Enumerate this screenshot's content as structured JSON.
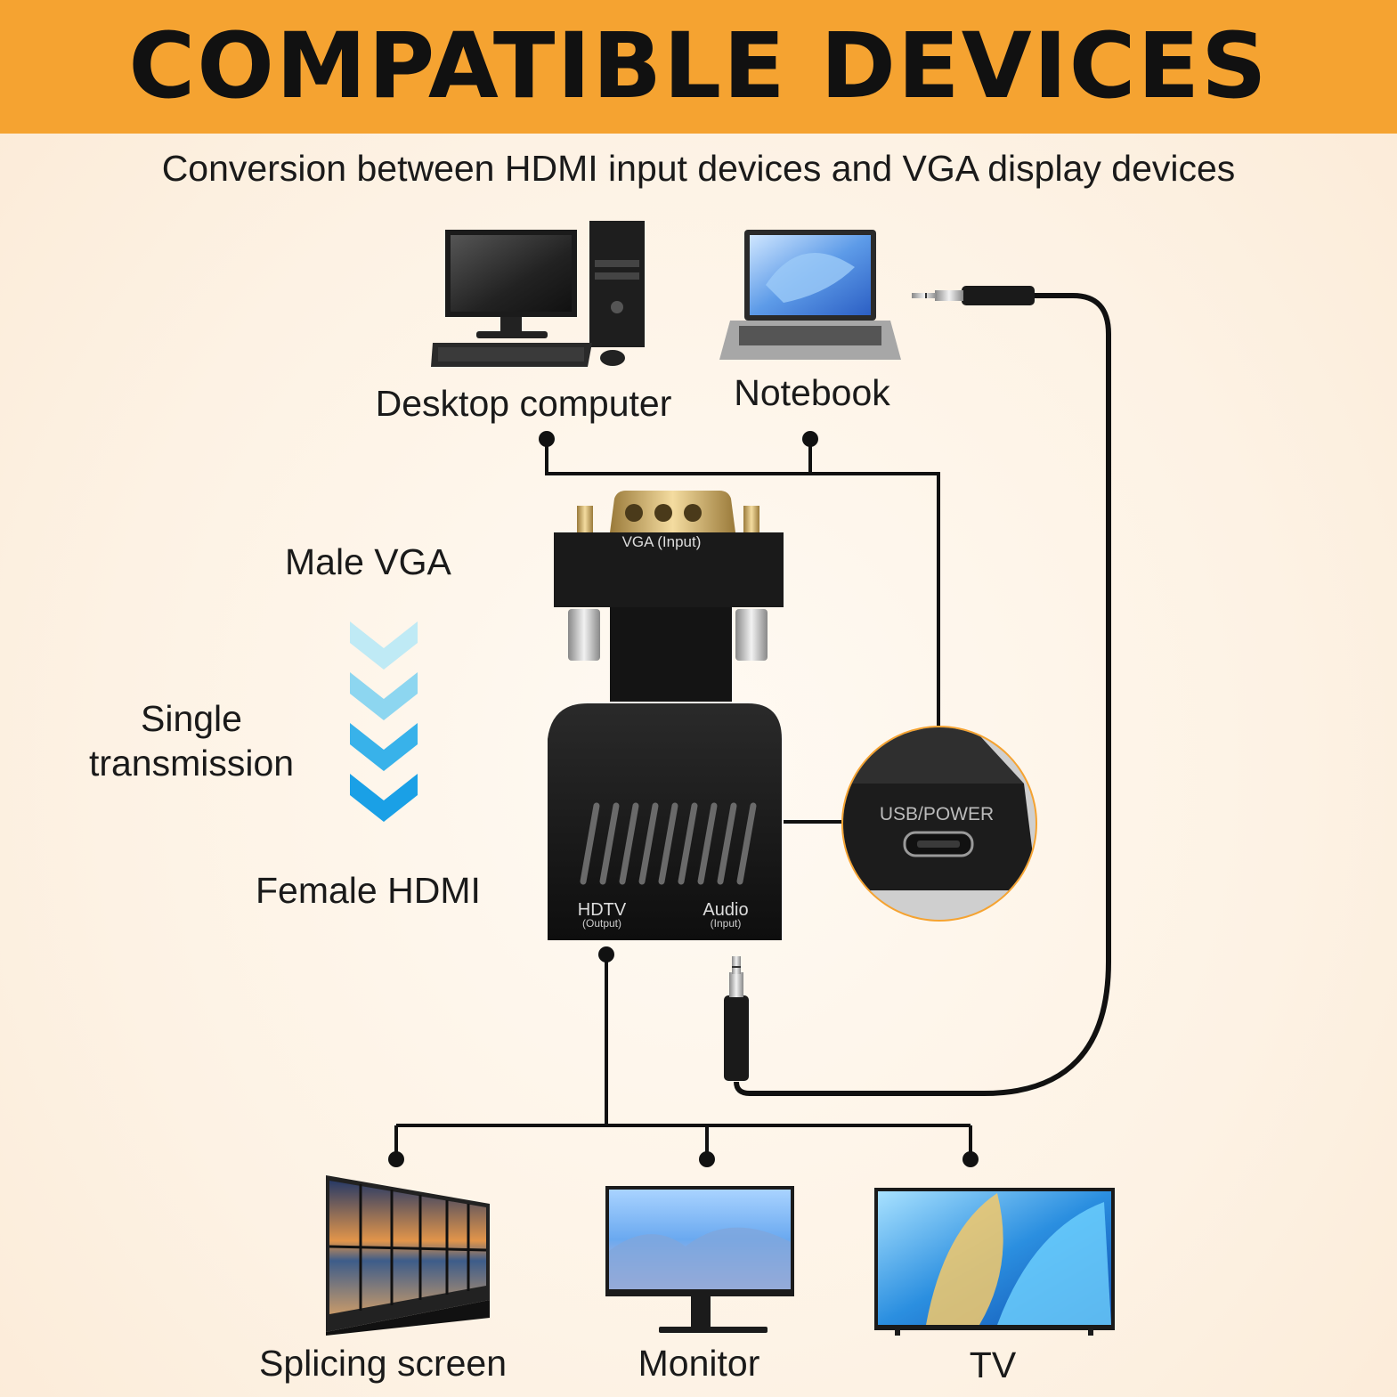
{
  "header": {
    "title": "COMPATIBLE DEVICES"
  },
  "subtitle": "Conversion between HDMI input devices and VGA display devices",
  "input_devices": [
    {
      "label": "Desktop computer"
    },
    {
      "label": "Notebook"
    }
  ],
  "output_devices": [
    {
      "label": "Splicing screen"
    },
    {
      "label": "Monitor"
    },
    {
      "label": "TV"
    }
  ],
  "side_labels": {
    "male_vga": "Male VGA",
    "single_transmission_line1": "Single",
    "single_transmission_line2": "transmission",
    "female_hdmi": "Female HDMI"
  },
  "adapter": {
    "vga_port_label": "VGA (Input)",
    "hdtv_label": "HDTV",
    "hdtv_sub": "(Output)",
    "audio_label": "Audio",
    "audio_sub": "(Input)",
    "usb_power_label": "USB/POWER"
  },
  "colors": {
    "banner": "#f5a331",
    "arrow_light": "#bfeaf5",
    "arrow_dark": "#1aa0e6",
    "callout_ring": "#f5a331"
  }
}
